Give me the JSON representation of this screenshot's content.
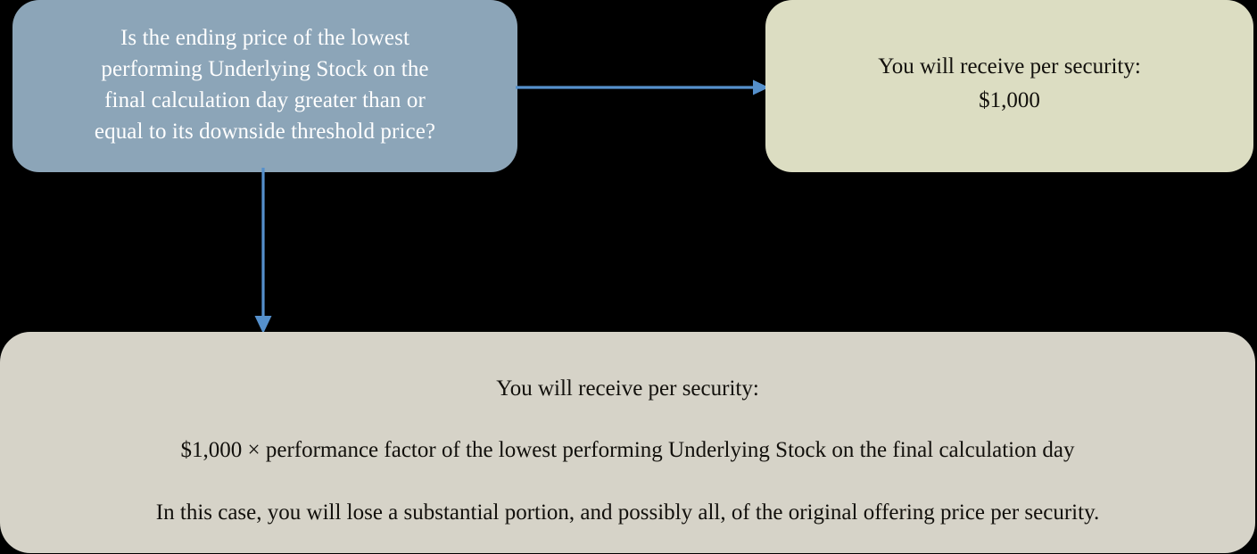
{
  "diagram": {
    "type": "flowchart",
    "background_color": "#000000",
    "decision": {
      "id": "decision-ending-price-vs-threshold",
      "text": "Is the ending price of the lowest performing Underlying Stock on the final calculation day greater than or equal to its downside threshold price?",
      "lines": [
        "Is the ending price of the lowest",
        "performing Underlying Stock on the",
        "final calculation day greater than or",
        "equal to its downside threshold price?"
      ],
      "fill_color": "#8ca5b8",
      "text_color": "#ffffff"
    },
    "outcome_pay_full": {
      "id": "outcome-pay-full-principal",
      "lines": [
        "You will receive per security:",
        "$1,000"
      ],
      "fill_color": "#dcddc2",
      "text_color": "#12100c"
    },
    "outcome_loss": {
      "id": "outcome-downside-loss",
      "lines": [
        "You will receive per security:",
        "$1,000 × performance  factor of the lowest performing Underlying Stock on the final calculation day",
        "In this case, you will lose a substantial portion, and possibly all, of the original offering price per security."
      ],
      "fill_color": "#d6d3c8",
      "text_color": "#12100c"
    },
    "connectors": [
      {
        "id": "arrow-yes",
        "direction": "right",
        "from": "decision-ending-price-vs-threshold",
        "to": "outcome-pay-full-principal",
        "color": "#5590cc",
        "label": ""
      },
      {
        "id": "arrow-no",
        "direction": "down",
        "from": "decision-ending-price-vs-threshold",
        "to": "outcome-downside-loss",
        "color": "#5590cc",
        "label": ""
      }
    ]
  }
}
